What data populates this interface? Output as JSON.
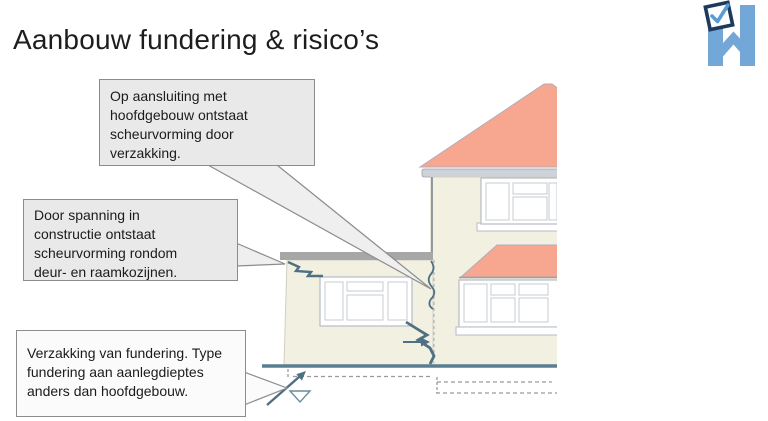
{
  "slide": {
    "title": "Aanbouw fundering & risico’s",
    "background": "#ffffff"
  },
  "logo": {
    "icon": "house-h-checkmark-logo",
    "colors": {
      "h_blue": "#72a7d7",
      "checkbox_navy": "#1c3a5e",
      "checkmark_blue": "#5b9bd5"
    }
  },
  "callouts": [
    {
      "name": "callout-junction-crack",
      "text": "Op aansluiting met hoofdgebouw ontstaat scheurvorming door verzakking.",
      "lines": [
        "Op aansluiting met",
        "hoofdgebouw ontstaat",
        "scheurvorming door",
        "verzakking."
      ],
      "fill": "#e9e9e9"
    },
    {
      "name": "callout-frame-cracks",
      "text": "Door spanning in constructie ontstaat scheurvorming rondom deur- en raamkozijnen.",
      "lines": [
        "Door spanning in",
        "constructie ontstaat",
        "scheurvorming rondom",
        "deur- en raamkozijnen."
      ],
      "fill": "#e9e9e9"
    },
    {
      "name": "callout-foundation",
      "text": "Verzakking van fundering. Type fundering aan aanlegdieptes anders dan hoofdgebouw.",
      "lines": [
        "Verzakking van fundering. Type",
        "fundering aan aanlegdieptes",
        "anders dan hoofdgebouw."
      ],
      "fill": "#fbfbfb"
    }
  ],
  "diagram": {
    "type": "annotated-house-elevation",
    "elements": [
      "main-house",
      "extension-aanbouw",
      "flat-roof",
      "pitched-roof",
      "bay-window",
      "upper-window",
      "extension-window",
      "junction-crack",
      "window-corner-crack",
      "roofline-crack",
      "ground-line",
      "shallow-foundation-dashed",
      "deep-foundation-dashed",
      "settlement-arrow",
      "crack-arrow",
      "level-marker-triangle"
    ],
    "colors": {
      "roof": "#f7a78f",
      "wall": "#f2f0e1",
      "flat_roof": "#a7a7a7",
      "gutter": "#ced3da",
      "crack_line": "#4f7083",
      "ground_line": "#5a7e91",
      "dashed_foundation": "#9a9a9a",
      "window": "#ffffff",
      "callout_border": "#8c8c8c"
    }
  }
}
